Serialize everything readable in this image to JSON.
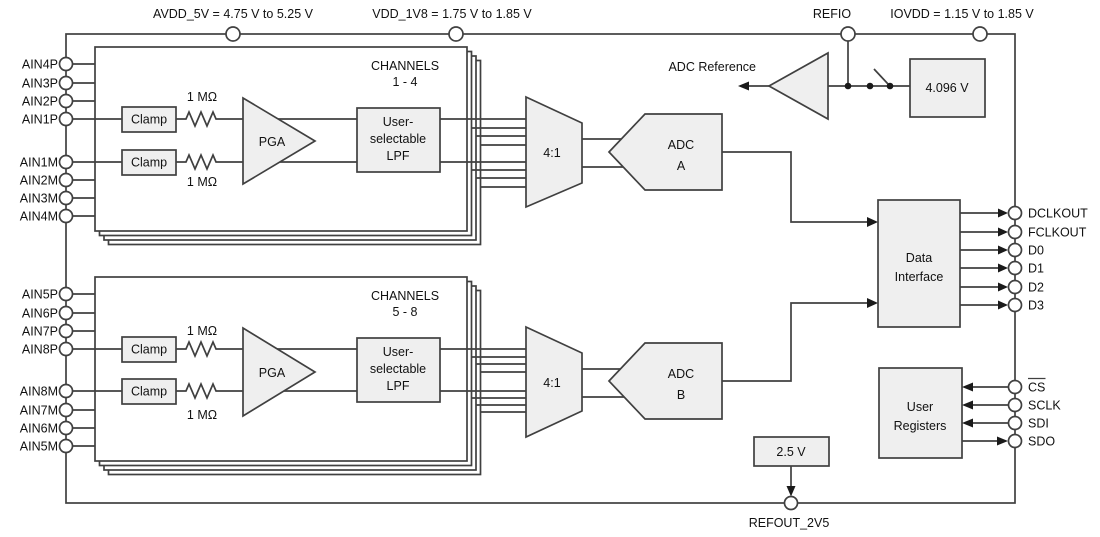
{
  "colors": {
    "line": "#404040",
    "box_fill": "#efefef",
    "block_fill": "#ffffff",
    "text": "#111111",
    "background": "#ffffff"
  },
  "supplies": {
    "avdd": "AVDD_5V = 4.75 V to 5.25 V",
    "vdd18": "VDD_1V8 = 1.75 V to 1.85 V",
    "refio": "REFIO",
    "iovdd": "IOVDD = 1.15 V to 1.85 V"
  },
  "analog_inputs": {
    "top": [
      "AIN4P",
      "AIN3P",
      "AIN2P",
      "AIN1P",
      "AIN1M",
      "AIN2M",
      "AIN3M",
      "AIN4M"
    ],
    "bottom": [
      "AIN5P",
      "AIN6P",
      "AIN7P",
      "AIN8P",
      "AIN8M",
      "AIN7M",
      "AIN6M",
      "AIN5M"
    ]
  },
  "channel_block_top": {
    "title": "CHANNELS",
    "range": "1 - 4",
    "clamp": "Clamp",
    "resistor": "1 MΩ",
    "pga": "PGA",
    "lpf": [
      "User-",
      "selectable",
      "LPF"
    ],
    "mux": "4:1"
  },
  "channel_block_bottom": {
    "title": "CHANNELS",
    "range": "5 - 8",
    "clamp": "Clamp",
    "resistor": "1 MΩ",
    "pga": "PGA",
    "lpf": [
      "User-",
      "selectable",
      "LPF"
    ],
    "mux": "4:1"
  },
  "adc_a": {
    "line1": "ADC",
    "line2": "A"
  },
  "adc_b": {
    "line1": "ADC",
    "line2": "B"
  },
  "reference": {
    "label": "ADC Reference",
    "vref": "4.096 V"
  },
  "data_interface": {
    "line1": "Data",
    "line2": "Interface",
    "outputs": [
      "DCLKOUT",
      "FCLKOUT",
      "D0",
      "D1",
      "D2",
      "D3"
    ]
  },
  "user_registers": {
    "line1": "User",
    "line2": "Registers",
    "pins": [
      "CS",
      "SCLK",
      "SDI",
      "SDO"
    ]
  },
  "refout": {
    "value": "2.5 V",
    "pin": "REFOUT_2V5"
  }
}
